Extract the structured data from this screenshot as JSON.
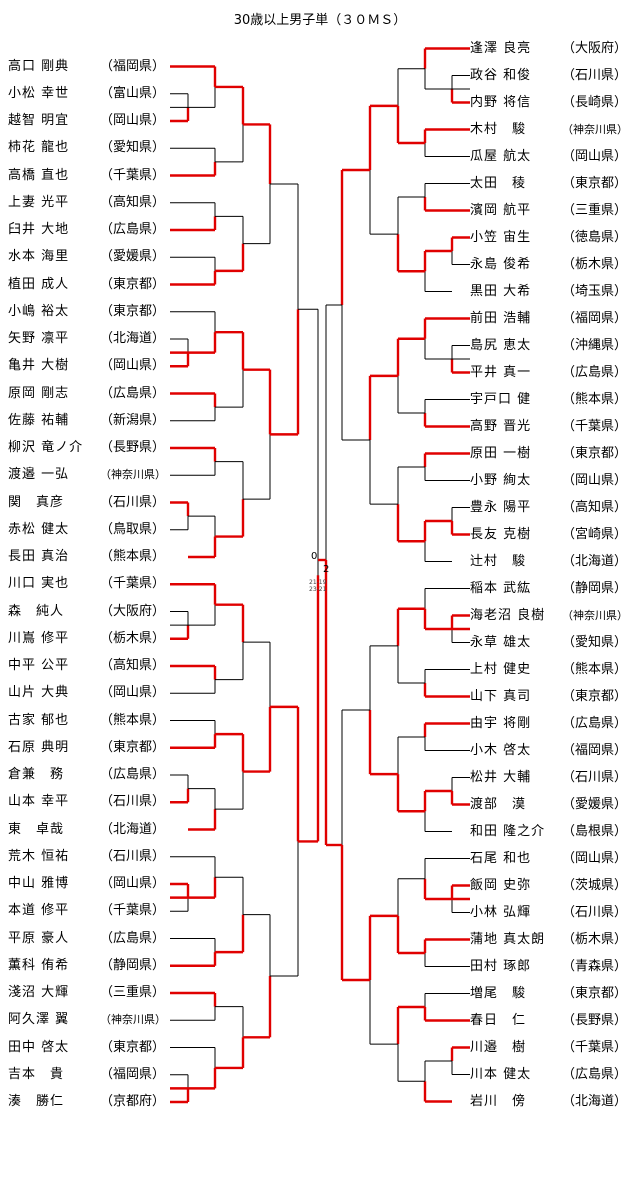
{
  "title": "30歳以上男子単（３０ＭＳ）",
  "left_players": [
    {
      "name": "高口 剛典",
      "pref": "（福岡県）"
    },
    {
      "name": "小松 幸世",
      "pref": "（富山県）"
    },
    {
      "name": "越智 明宜",
      "pref": "（岡山県）"
    },
    {
      "name": "柿花 龍也",
      "pref": "（愛知県）"
    },
    {
      "name": "高橋 直也",
      "pref": "（千葉県）"
    },
    {
      "name": "上妻 光平",
      "pref": "（高知県）"
    },
    {
      "name": "臼井 大地",
      "pref": "（広島県）"
    },
    {
      "name": "水本 海里",
      "pref": "（愛媛県）"
    },
    {
      "name": "植田 成人",
      "pref": "（東京都）"
    },
    {
      "name": "小嶋 裕太",
      "pref": "（東京都）"
    },
    {
      "name": "矢野 凛平",
      "pref": "（北海道）"
    },
    {
      "name": "亀井 大樹",
      "pref": "（岡山県）"
    },
    {
      "name": "原岡 剛志",
      "pref": "（広島県）"
    },
    {
      "name": "佐藤 祐輔",
      "pref": "（新潟県）"
    },
    {
      "name": "柳沢 竜ノ介",
      "pref": "（長野県）"
    },
    {
      "name": "渡邉 一弘",
      "pref": "（神奈川県）"
    },
    {
      "name": "関　真彦",
      "pref": "（石川県）"
    },
    {
      "name": "赤松 健太",
      "pref": "（鳥取県）"
    },
    {
      "name": "長田 真治",
      "pref": "（熊本県）"
    },
    {
      "name": "川口 実也",
      "pref": "（千葉県）"
    },
    {
      "name": "森　純人",
      "pref": "（大阪府）"
    },
    {
      "name": "川嶌 修平",
      "pref": "（栃木県）"
    },
    {
      "name": "中平 公平",
      "pref": "（高知県）"
    },
    {
      "name": "山片 大典",
      "pref": "（岡山県）"
    },
    {
      "name": "古家 郁也",
      "pref": "（熊本県）"
    },
    {
      "name": "石原 典明",
      "pref": "（東京都）"
    },
    {
      "name": "倉兼　務",
      "pref": "（広島県）"
    },
    {
      "name": "山本 幸平",
      "pref": "（石川県）"
    },
    {
      "name": "東　卓哉",
      "pref": "（北海道）"
    },
    {
      "name": "荒木 恒祐",
      "pref": "（石川県）"
    },
    {
      "name": "中山 雅博",
      "pref": "（岡山県）"
    },
    {
      "name": "本道 修平",
      "pref": "（千葉県）"
    },
    {
      "name": "平原 豪人",
      "pref": "（広島県）"
    },
    {
      "name": "薫科 侑希",
      "pref": "（静岡県）"
    },
    {
      "name": "淺沼 大輝",
      "pref": "（三重県）"
    },
    {
      "name": "阿久澤 翼",
      "pref": "（神奈川県）"
    },
    {
      "name": "田中 啓太",
      "pref": "（東京都）"
    },
    {
      "name": "吉本　貴",
      "pref": "（福岡県）"
    },
    {
      "name": "湊　勝仁",
      "pref": "（京都府）"
    }
  ],
  "right_players": [
    {
      "name": "逢澤 良亮",
      "pref": "（大阪府）"
    },
    {
      "name": "政谷 和俊",
      "pref": "（石川県）"
    },
    {
      "name": "内野 将信",
      "pref": "（長崎県）"
    },
    {
      "name": "木村　駿",
      "pref": "（神奈川県）"
    },
    {
      "name": "瓜屋 航太",
      "pref": "（岡山県）"
    },
    {
      "name": "太田　稜",
      "pref": "（東京都）"
    },
    {
      "name": "濱岡 航平",
      "pref": "（三重県）"
    },
    {
      "name": "小笠 宙生",
      "pref": "（徳島県）"
    },
    {
      "name": "永島 俊希",
      "pref": "（栃木県）"
    },
    {
      "name": "黒田 大希",
      "pref": "（埼玉県）"
    },
    {
      "name": "前田 浩輔",
      "pref": "（福岡県）"
    },
    {
      "name": "島尻 恵太",
      "pref": "（沖縄県）"
    },
    {
      "name": "平井 真一",
      "pref": "（広島県）"
    },
    {
      "name": "宇戸口 健",
      "pref": "（熊本県）"
    },
    {
      "name": "高野 晋光",
      "pref": "（千葉県）"
    },
    {
      "name": "原田 一樹",
      "pref": "（東京都）"
    },
    {
      "name": "小野 絢太",
      "pref": "（岡山県）"
    },
    {
      "name": "豊永 陽平",
      "pref": "（高知県）"
    },
    {
      "name": "長友 克樹",
      "pref": "（宮崎県）"
    },
    {
      "name": "辻村　駿",
      "pref": "（北海道）"
    },
    {
      "name": "稲本 武紘",
      "pref": "（静岡県）"
    },
    {
      "name": "海老沼 良樹",
      "pref": "（神奈川県）"
    },
    {
      "name": "永草 雄太",
      "pref": "（愛知県）"
    },
    {
      "name": "上村 健史",
      "pref": "（熊本県）"
    },
    {
      "name": "山下 真司",
      "pref": "（東京都）"
    },
    {
      "name": "由宇 将剛",
      "pref": "（広島県）"
    },
    {
      "name": "小木 啓太",
      "pref": "（福岡県）"
    },
    {
      "name": "松井 大輔",
      "pref": "（石川県）"
    },
    {
      "name": "渡部　漠",
      "pref": "（愛媛県）"
    },
    {
      "name": "和田 隆之介",
      "pref": "（島根県）"
    },
    {
      "name": "石尾 和也",
      "pref": "（岡山県）"
    },
    {
      "name": "飯岡 史弥",
      "pref": "（茨城県）"
    },
    {
      "name": "小林 弘輝",
      "pref": "（石川県）"
    },
    {
      "name": "蒲地 真太朗",
      "pref": "（栃木県）"
    },
    {
      "name": "田村 琢郎",
      "pref": "（青森県）"
    },
    {
      "name": "増尾　駿",
      "pref": "（東京都）"
    },
    {
      "name": "春日　仁",
      "pref": "（長野県）"
    },
    {
      "name": "川邉　樹",
      "pref": "（千葉県）"
    },
    {
      "name": "川本 健太",
      "pref": "（広島県）"
    },
    {
      "name": "岩川　傍",
      "pref": "（北海道）"
    }
  ],
  "final": {
    "left_games": "0",
    "right_games": "2",
    "scores": [
      "21-19",
      "23-21"
    ]
  },
  "colors": {
    "winner_line": "#e00000",
    "loser_line": "#000000"
  }
}
